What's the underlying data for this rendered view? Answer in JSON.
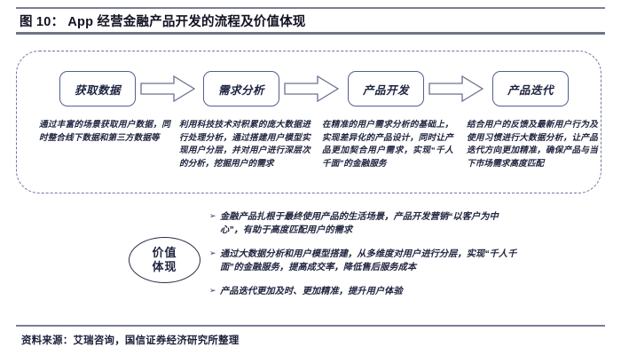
{
  "figure": {
    "title": "图 10： App 经营金融产品开发的流程及价值体现",
    "source": "资料来源：艾瑞咨询，国信证券经济研究所整理"
  },
  "flow": {
    "arrow_icon": "right-block-arrow-icon",
    "stages": [
      {
        "label": "获取数据",
        "description": "通过丰富的场景获取用户数据，同时整合线下数据和第三方数据等"
      },
      {
        "label": "需求分析",
        "description": "利用科技技术对积累的庞大数据进行处理分析，通过搭建用户模型实现用户分层，并对用户进行深层次的分析，挖掘用户的需求"
      },
      {
        "label": "产品开发",
        "description": "在精准的用户需求分析的基础上，实现差异化的产品设计，同时让产品更加契合用户需求，实现“千人千面”的金融服务"
      },
      {
        "label": "产品迭代",
        "description": "结合用户的反馈及最新用户行为及使用习惯进行大数据分析，让产品迭代方向更加精准，确保产品与当下市场需求高度匹配"
      }
    ]
  },
  "value_section": {
    "ellipse_line_1": "价值",
    "ellipse_line_2": "体现",
    "bullet_marker": "➢",
    "bullets": [
      "金融产品扎根于最终使用产品的生活场景，产品开发营销“以客户为中心”，有助于高度匹配用户的需求",
      "通过大数据分析和用户模型搭建，从多维度对用户进行分层，实现“千人千面”的金融服务，提高成交率，降低售后服务成本",
      "产品迭代更加及时、更加精准，提升用户体验"
    ]
  },
  "colors": {
    "rule": "#7a7f93",
    "box_border": "#51608d",
    "dashed_border": "#6f76a0",
    "text": "#20253f"
  }
}
